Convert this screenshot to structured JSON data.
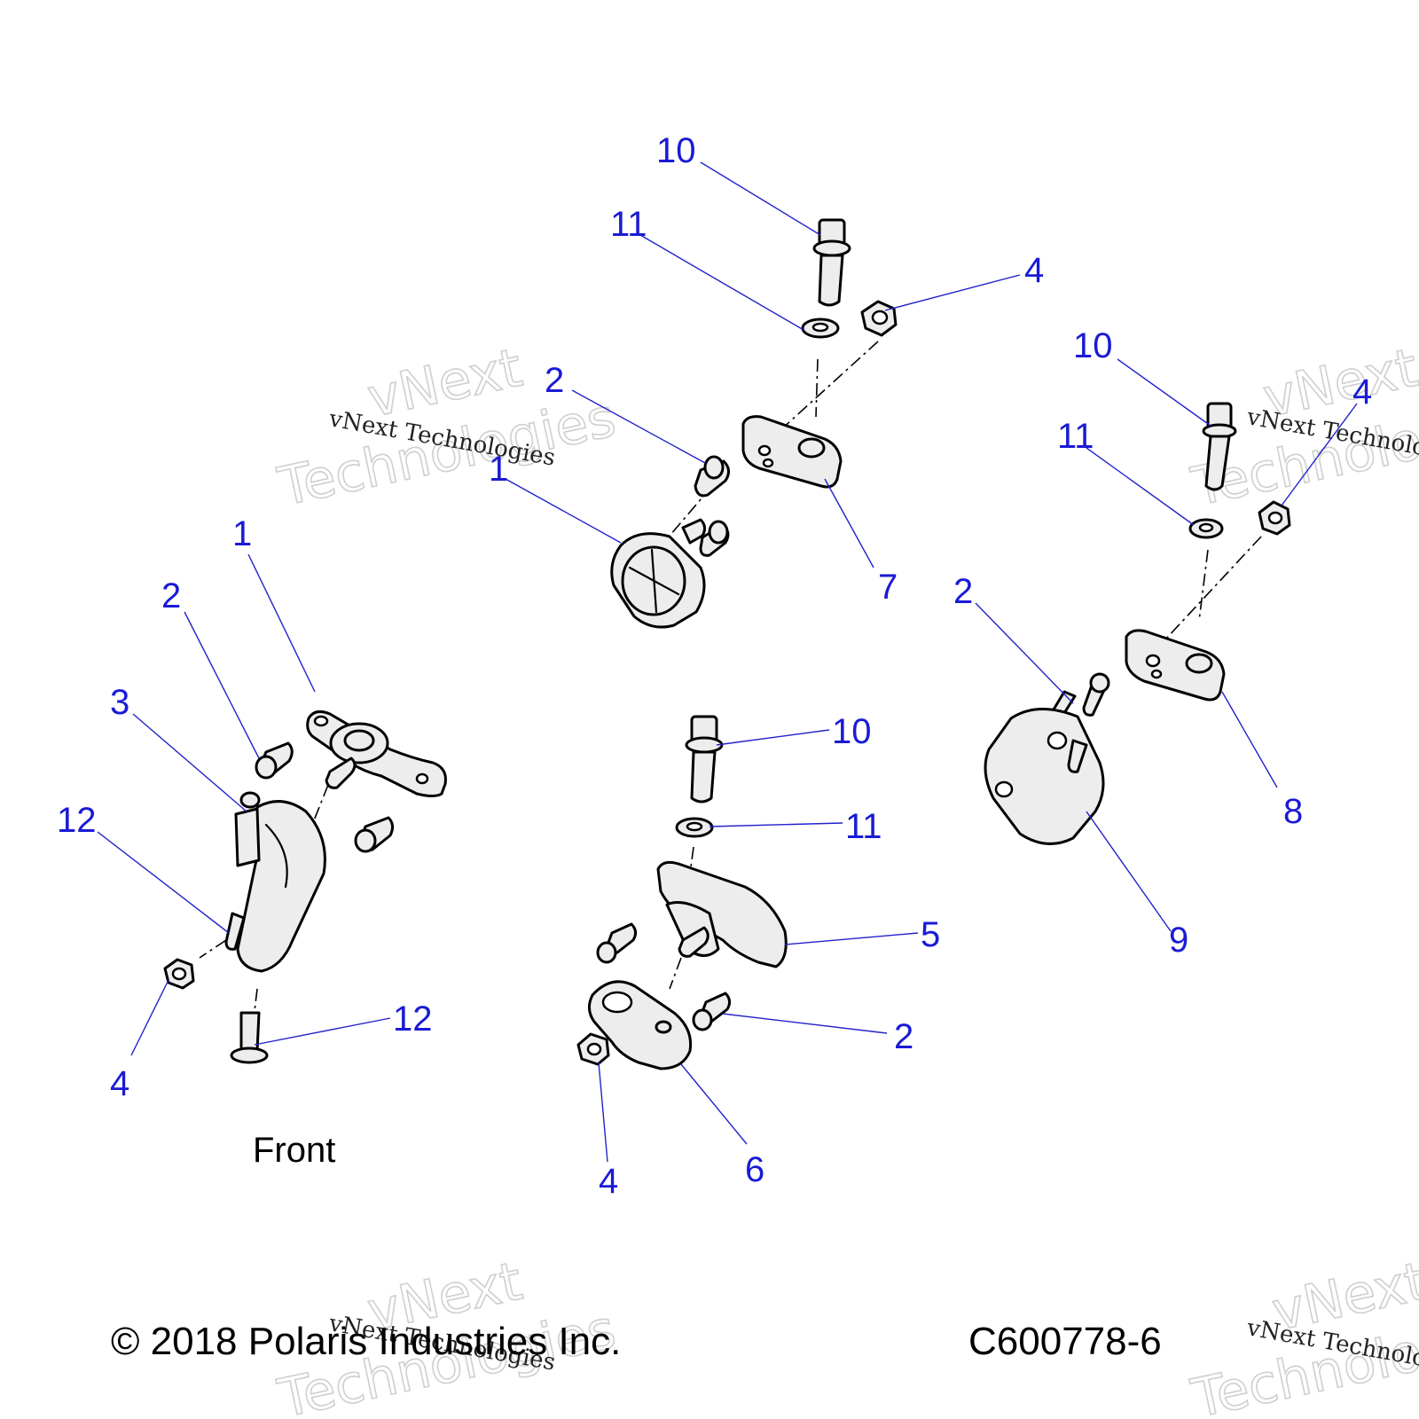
{
  "callouts": {
    "c1": "10",
    "c2": "11",
    "c3": "4",
    "c4": "2",
    "c5": "1",
    "c6": "7",
    "c7": "10",
    "c8": "4",
    "c9": "11",
    "c10": "2",
    "c11": "8",
    "c12": "9",
    "c13": "1",
    "c14": "2",
    "c15": "3",
    "c16": "12",
    "c17": "4",
    "c18": "12",
    "c19": "10",
    "c20": "11",
    "c21": "5",
    "c22": "2",
    "c23": "4",
    "c24": "6"
  },
  "labels": {
    "front": "Front"
  },
  "footer": {
    "copyright": "© 2018 Polaris Industries Inc.",
    "drawing_number": "C600778-6"
  },
  "watermark": {
    "line1": "vNext",
    "line2": "Technologies",
    "mono": "vNext Technologies"
  },
  "colors": {
    "callout": "#1a1ad6",
    "leader": "#2222cc",
    "part_fill": "#ededed",
    "watermark": "#cfcfcf"
  }
}
